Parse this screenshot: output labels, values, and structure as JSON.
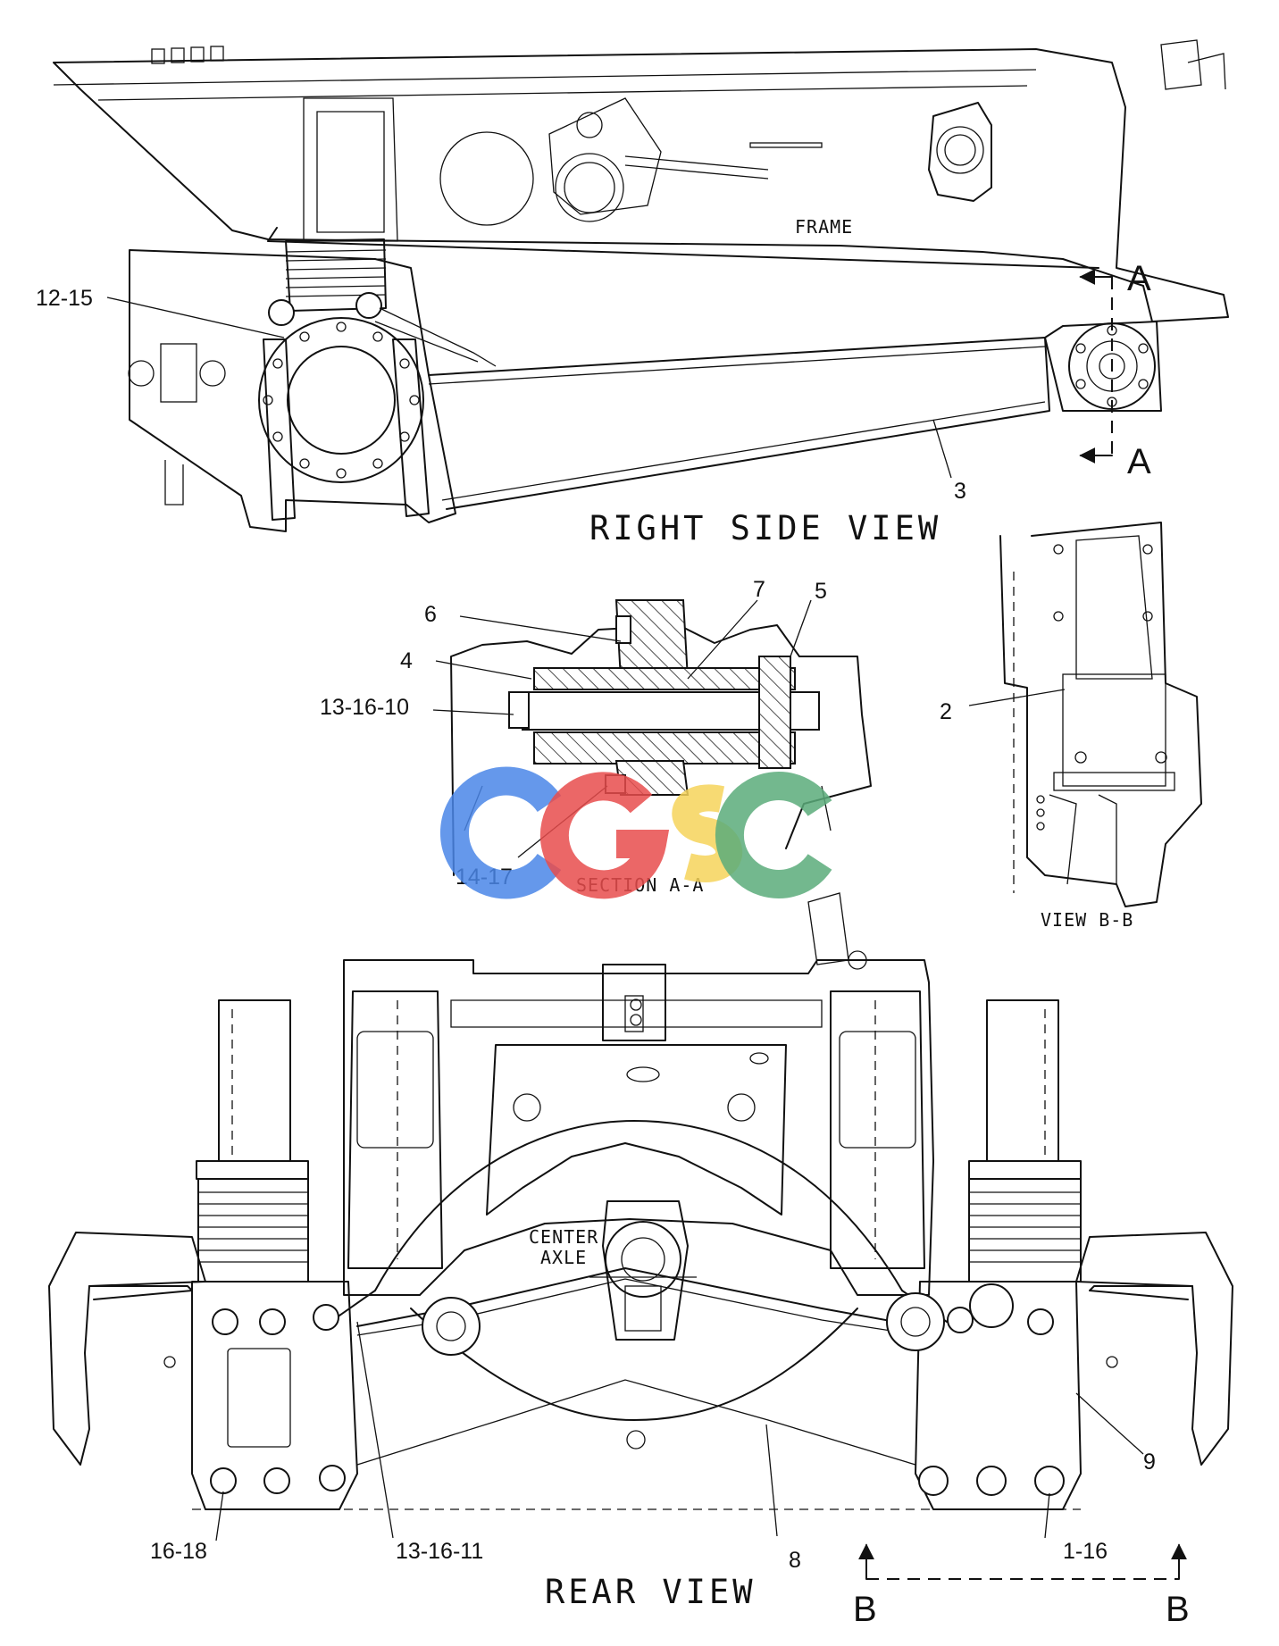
{
  "views": {
    "right_side": "RIGHT SIDE VIEW",
    "section_aa": "SECTION A-A",
    "view_bb": "VIEW B-B",
    "rear": "REAR VIEW"
  },
  "annotations": {
    "frame": "FRAME",
    "center_axle_line1": "CENTER",
    "center_axle_line2": "AXLE"
  },
  "section_markers": {
    "a_top": "A",
    "a_bottom": "A",
    "b_left": "B",
    "b_right": "B"
  },
  "callouts": {
    "c_12_15": "12-15",
    "c_3": "3",
    "c_6": "6",
    "c_7": "7",
    "c_5": "5",
    "c_4": "4",
    "c_13_16_10": "13-16-10",
    "c_14_17": "14-17",
    "c_2": "2",
    "c_9": "9",
    "c_8": "8",
    "c_16_18": "16-18",
    "c_13_16_11": "13-16-11",
    "c_1_16": "1-16"
  },
  "watermark": {
    "letters": [
      "C",
      "G",
      "S",
      "C"
    ],
    "colors": [
      "#4a86e8",
      "#e84c4c",
      "#f6d35b",
      "#5aab7a"
    ]
  }
}
